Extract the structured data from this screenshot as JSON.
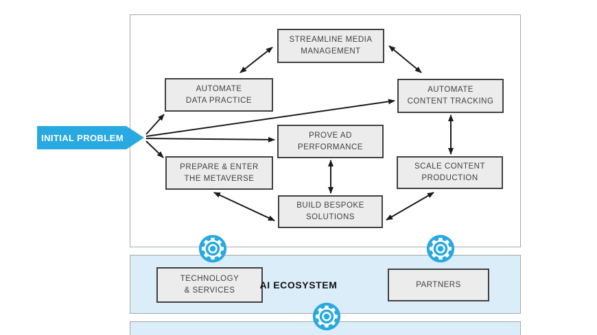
{
  "colors": {
    "accent_blue": "#29A9E1",
    "band_fill": "#DAEDF8",
    "node_fill": "#ECECEC",
    "node_border": "#3F3F3F",
    "panel_border": "#A6A6A6",
    "arrow_color": "#1A1A1A"
  },
  "ribbon": {
    "label": "INITIAL PROBLEM"
  },
  "problem_map": {
    "nodes": {
      "streamline_media": {
        "label": "STREAMLINE MEDIA\nMANAGEMENT"
      },
      "automate_data": {
        "label": "AUTOMATE\nDATA PRACTICE"
      },
      "automate_content": {
        "label": "AUTOMATE\nCONTENT TRACKING"
      },
      "prove_ad": {
        "label": "PROVE AD\nPERFORMANCE"
      },
      "prepare_metaverse": {
        "label": "PREPARE & ENTER\nTHE METAVERSE"
      },
      "scale_content": {
        "label": "SCALE CONTENT\nPRODUCTION"
      },
      "build_bespoke": {
        "label": "BUILD BESPOKE\nSOLUTIONS"
      }
    }
  },
  "ecosystem": {
    "title": "AI ECOSYSTEM",
    "technology_label": "TECHNOLOGY\n& SERVICES",
    "partners_label": "PARTNERS"
  },
  "icons": {
    "gear": "gear-icon"
  }
}
